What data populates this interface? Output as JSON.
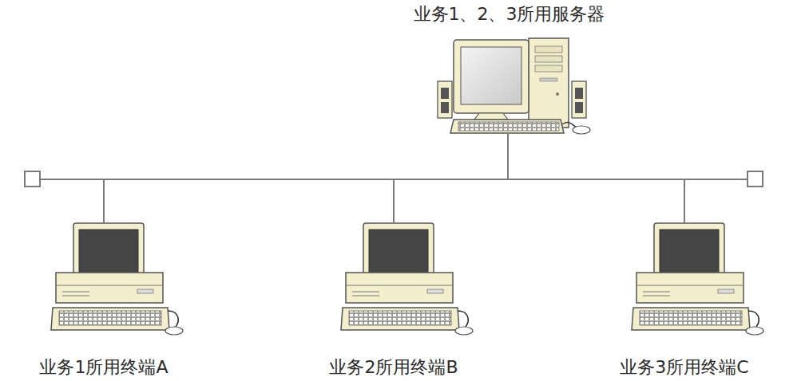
{
  "diagram": {
    "nodes": [
      {
        "text": [
          "业务1、2、3所用服务器"
        ]
      },
      {
        "text": [
          "业务1所用终端A"
        ]
      },
      {
        "text": [
          "业务2所用终端B"
        ]
      },
      {
        "text": [
          "业务3所用终端C"
        ]
      }
    ],
    "edges": [
      {
        "from": 0,
        "to": 1,
        "arrow": "none"
      },
      {
        "from": 0,
        "to": 2,
        "arrow": "none"
      },
      {
        "from": 0,
        "to": 3,
        "arrow": "none"
      }
    ]
  }
}
